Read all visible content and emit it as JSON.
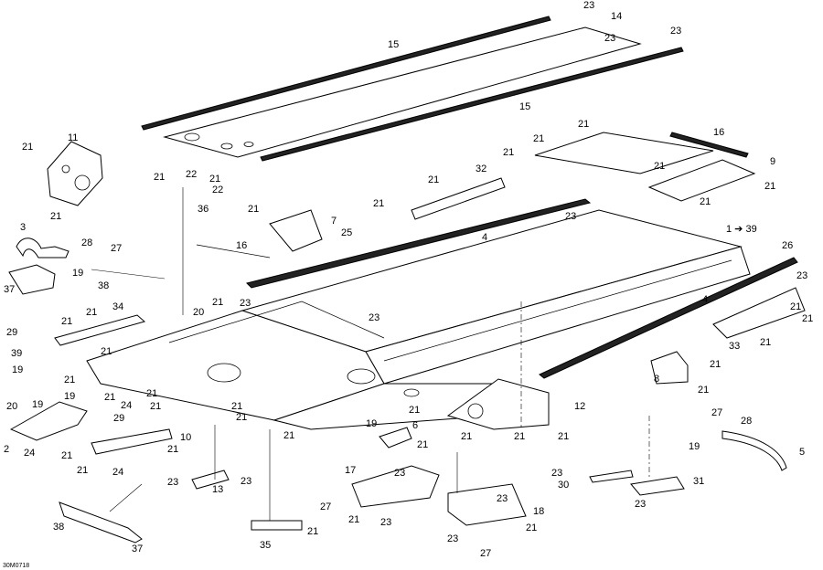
{
  "diagram_code": "30M0718",
  "callouts": {
    "c1": "1",
    "c39": "39",
    "c1_arrow": "1 ➔ 39",
    "c2": "2",
    "c3": "3",
    "c4": "4",
    "c5": "5",
    "c6": "6",
    "c7": "7",
    "c8": "8",
    "c9": "9",
    "c10": "10",
    "c11": "11",
    "c12": "12",
    "c13": "13",
    "c14": "14",
    "c15": "15",
    "c16": "16",
    "c17": "17",
    "c18": "18",
    "c19": "19",
    "c20": "20",
    "c21": "21",
    "c22": "22",
    "c23": "23",
    "c24": "24",
    "c25": "25",
    "c26": "26",
    "c27": "27",
    "c28": "28",
    "c29": "29",
    "c30": "30",
    "c31": "31",
    "c32": "32",
    "c33": "33",
    "c34": "34",
    "c35": "35",
    "c36": "36",
    "c37": "37",
    "c38": "38"
  }
}
